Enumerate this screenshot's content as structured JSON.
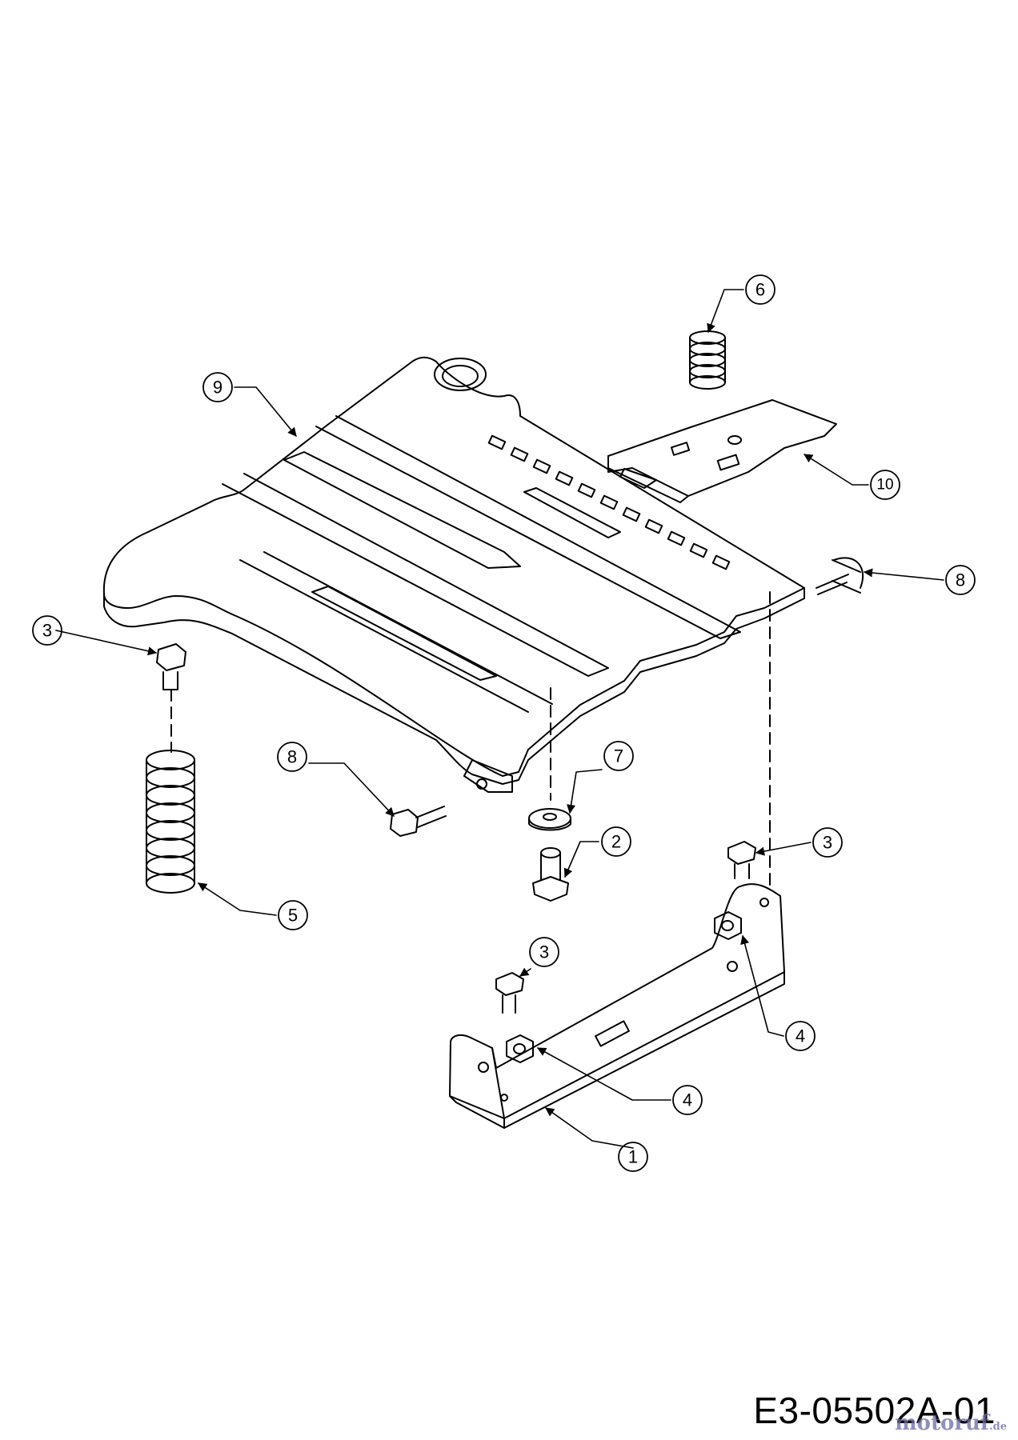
{
  "callouts": {
    "c1": "1",
    "c2": "2",
    "c3a": "3",
    "c3b": "3",
    "c3c": "3",
    "c4a": "4",
    "c4b": "4",
    "c5": "5",
    "c6": "6",
    "c7": "7",
    "c8a": "8",
    "c8b": "8",
    "c9": "9",
    "c10": "10"
  },
  "diagram_code": "E3-05502A-01",
  "watermark": {
    "name": "motoruf",
    "tld": ".de"
  }
}
